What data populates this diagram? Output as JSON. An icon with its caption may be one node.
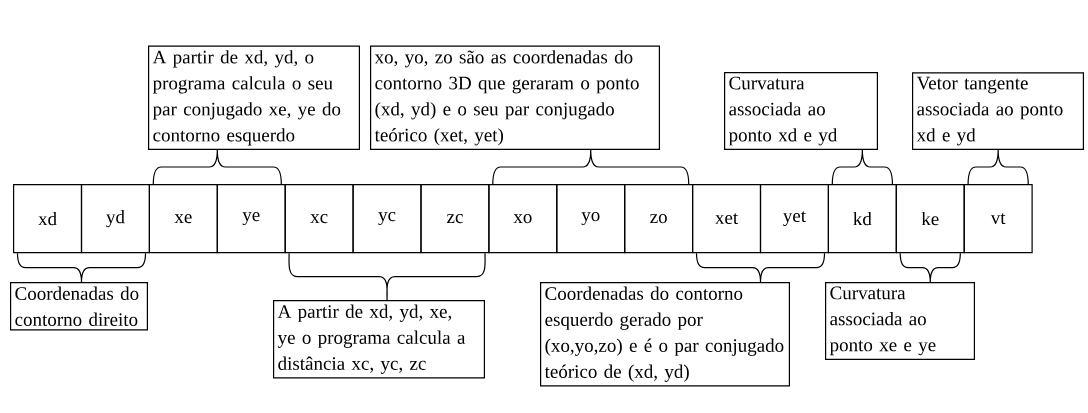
{
  "diagram": {
    "nodes": [
      {
        "text": [
          "A partir de xd, yd, o programa calcula o seu par conjugado xe, ye do contorno esquerdo"
        ]
      },
      {
        "text": [
          "xo, yo, zo são as coordenadas do contorno 3D que geraram o ponto (xd, yd) e o seu par conjugado teórico (xet, yet)"
        ]
      },
      {
        "text": [
          "Curvatura associada ao ponto xd e yd"
        ]
      },
      {
        "text": [
          "Vetor tangente associada ao ponto xd e yd"
        ]
      },
      {
        "text": [
          "xd"
        ]
      },
      {
        "text": [
          "yd"
        ]
      },
      {
        "text": [
          "xe"
        ]
      },
      {
        "text": [
          "ye"
        ]
      },
      {
        "text": [
          "xc"
        ]
      },
      {
        "text": [
          "yc"
        ]
      },
      {
        "text": [
          "zc"
        ]
      },
      {
        "text": [
          "xo"
        ]
      },
      {
        "text": [
          "yo"
        ]
      },
      {
        "text": [
          "zo"
        ]
      },
      {
        "text": [
          "xet"
        ]
      },
      {
        "text": [
          "yet"
        ]
      },
      {
        "text": [
          "kd"
        ]
      },
      {
        "text": [
          "ke"
        ]
      },
      {
        "text": [
          "vt"
        ]
      },
      {
        "text": [
          "Coordenadas do contorno direito"
        ]
      },
      {
        "text": [
          "A partir de xd, yd, xe, ye o programa calcula a distância xc, yc, zc"
        ]
      },
      {
        "text": [
          "Coordenadas do contorno esquerdo gerado por (xo,yo,zo) e é o par conjugado teórico de (xd, yd)"
        ]
      },
      {
        "text": [
          "Curvatura associada ao ponto xe e ye"
        ]
      }
    ],
    "edges": [
      {
        "from": 0,
        "to": 6,
        "arrow": "none"
      },
      {
        "from": 0,
        "to": 7,
        "arrow": "none"
      },
      {
        "from": 1,
        "to": 11,
        "arrow": "none"
      },
      {
        "from": 1,
        "to": 13,
        "arrow": "none"
      },
      {
        "from": 2,
        "to": 16,
        "arrow": "none"
      },
      {
        "from": 3,
        "to": 18,
        "arrow": "none"
      },
      {
        "from": 19,
        "to": 4,
        "arrow": "none"
      },
      {
        "from": 19,
        "to": 5,
        "arrow": "none"
      },
      {
        "from": 20,
        "to": 8,
        "arrow": "none"
      },
      {
        "from": 20,
        "to": 10,
        "arrow": "none"
      },
      {
        "from": 21,
        "to": 14,
        "arrow": "none"
      },
      {
        "from": 21,
        "to": 15,
        "arrow": "none"
      },
      {
        "from": 22,
        "to": 17,
        "arrow": "none"
      }
    ]
  }
}
